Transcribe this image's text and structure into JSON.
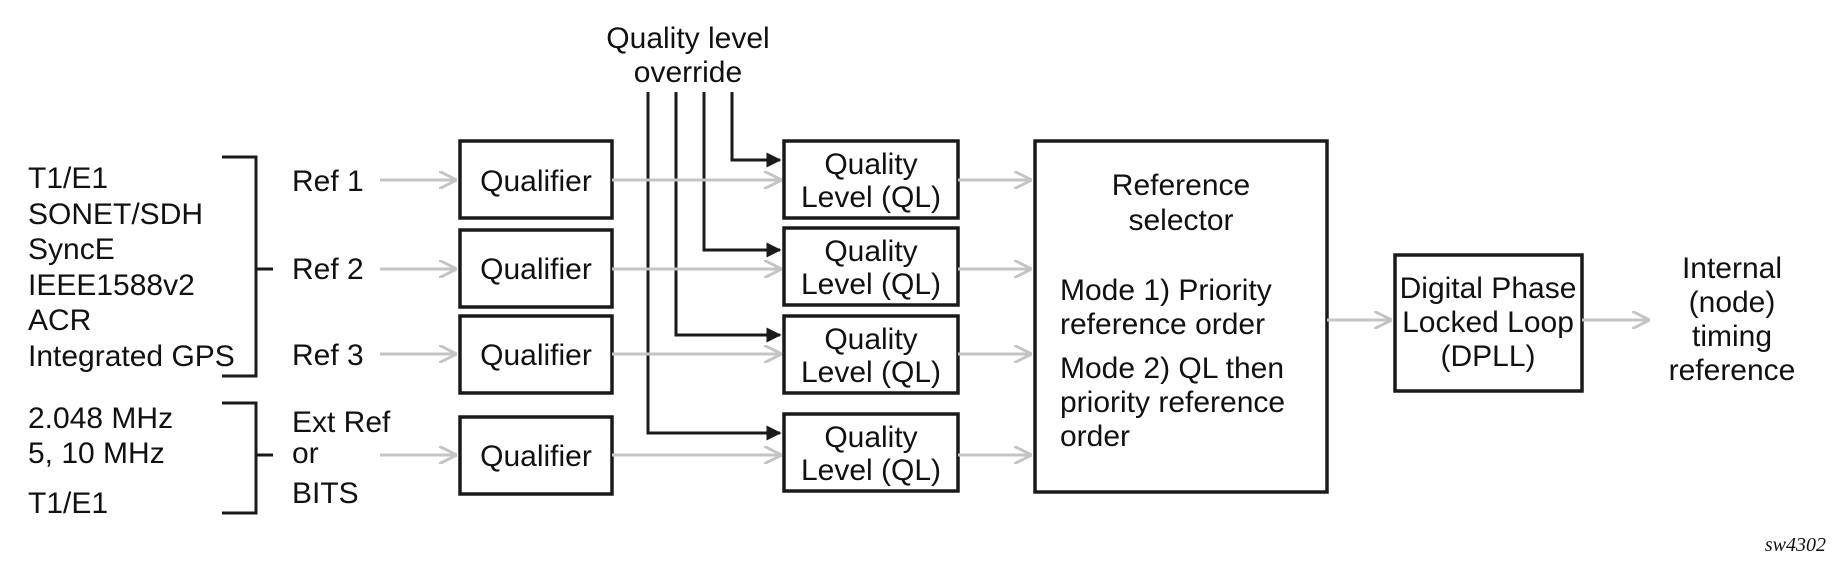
{
  "override": {
    "line1": "Quality level",
    "line2": "override"
  },
  "sources_group1": [
    "T1/E1",
    "SONET/SDH",
    "SyncE",
    "IEEE1588v2",
    "ACR",
    "Integrated GPS"
  ],
  "sources_group2": [
    "2.048 MHz",
    "5, 10 MHz",
    "T1/E1"
  ],
  "refs": {
    "ref1": "Ref 1",
    "ref2": "Ref 2",
    "ref3": "Ref 3",
    "ext": [
      "Ext Ref",
      "or",
      "BITS"
    ]
  },
  "qualifier_label": "Qualifier",
  "ql_label": {
    "line1": "Quality",
    "line2": "Level (QL)"
  },
  "selector": {
    "title": [
      "Reference",
      "selector"
    ],
    "mode1": [
      "Mode 1) Priority",
      "reference order"
    ],
    "mode2": [
      "Mode 2) QL then",
      "priority reference",
      "order"
    ]
  },
  "dpll": [
    "Digital Phase",
    "Locked Loop",
    "(DPLL)"
  ],
  "output": [
    "Internal",
    "(node)",
    "timing",
    "reference"
  ],
  "figure_id": "sw4302",
  "colors": {
    "line": "#1a1a1a",
    "signal_arrow": "#c4c4c4",
    "text": "#111111"
  }
}
